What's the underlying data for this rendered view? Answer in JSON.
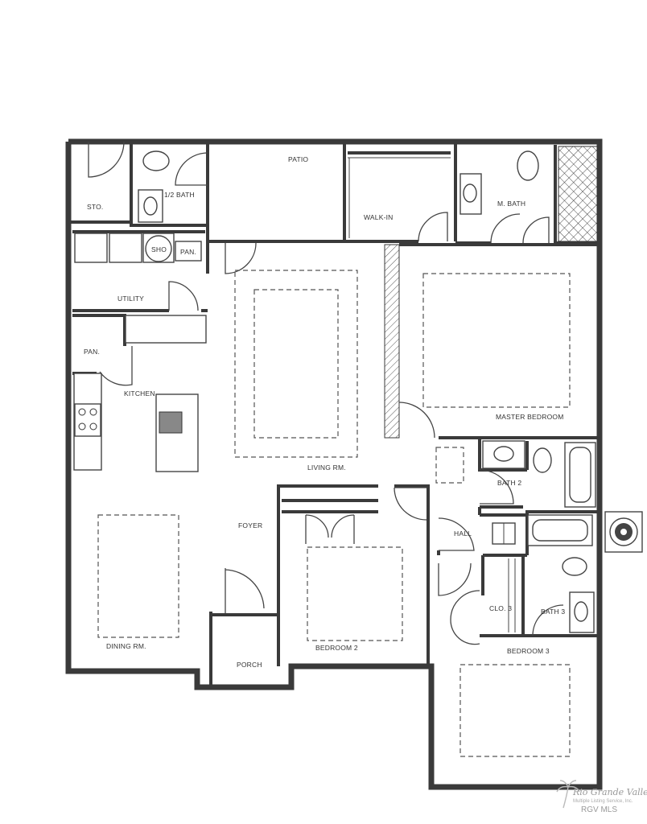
{
  "rooms": {
    "storage": "STO.",
    "half_bath": "1/2 BATH",
    "patio": "PATIO",
    "walk_in": "WALK-IN",
    "master_bath": "M. BATH",
    "utility": "UTILITY",
    "pantry_utility": "PAN.",
    "pantry_kitchen": "PAN.",
    "kitchen": "KITCHEN",
    "living": "LIVING RM.",
    "master_bedroom": "MASTER BEDROOM",
    "bath_2": "BATH 2",
    "foyer": "FOYER",
    "hall": "HALL",
    "dining": "DINING RM.",
    "bedroom_2": "BEDROOM 2",
    "closet_3": "CLO. 3",
    "bath_3": "BATH 3",
    "bedroom_3": "BEDROOM 3",
    "porch": "PORCH"
  },
  "appliances": {
    "dryer_label": "SHO"
  },
  "logo": {
    "line1": "Rio Grande Valley",
    "line2": "Multiple Listing Service, Inc.",
    "line3": "RGV MLS"
  }
}
